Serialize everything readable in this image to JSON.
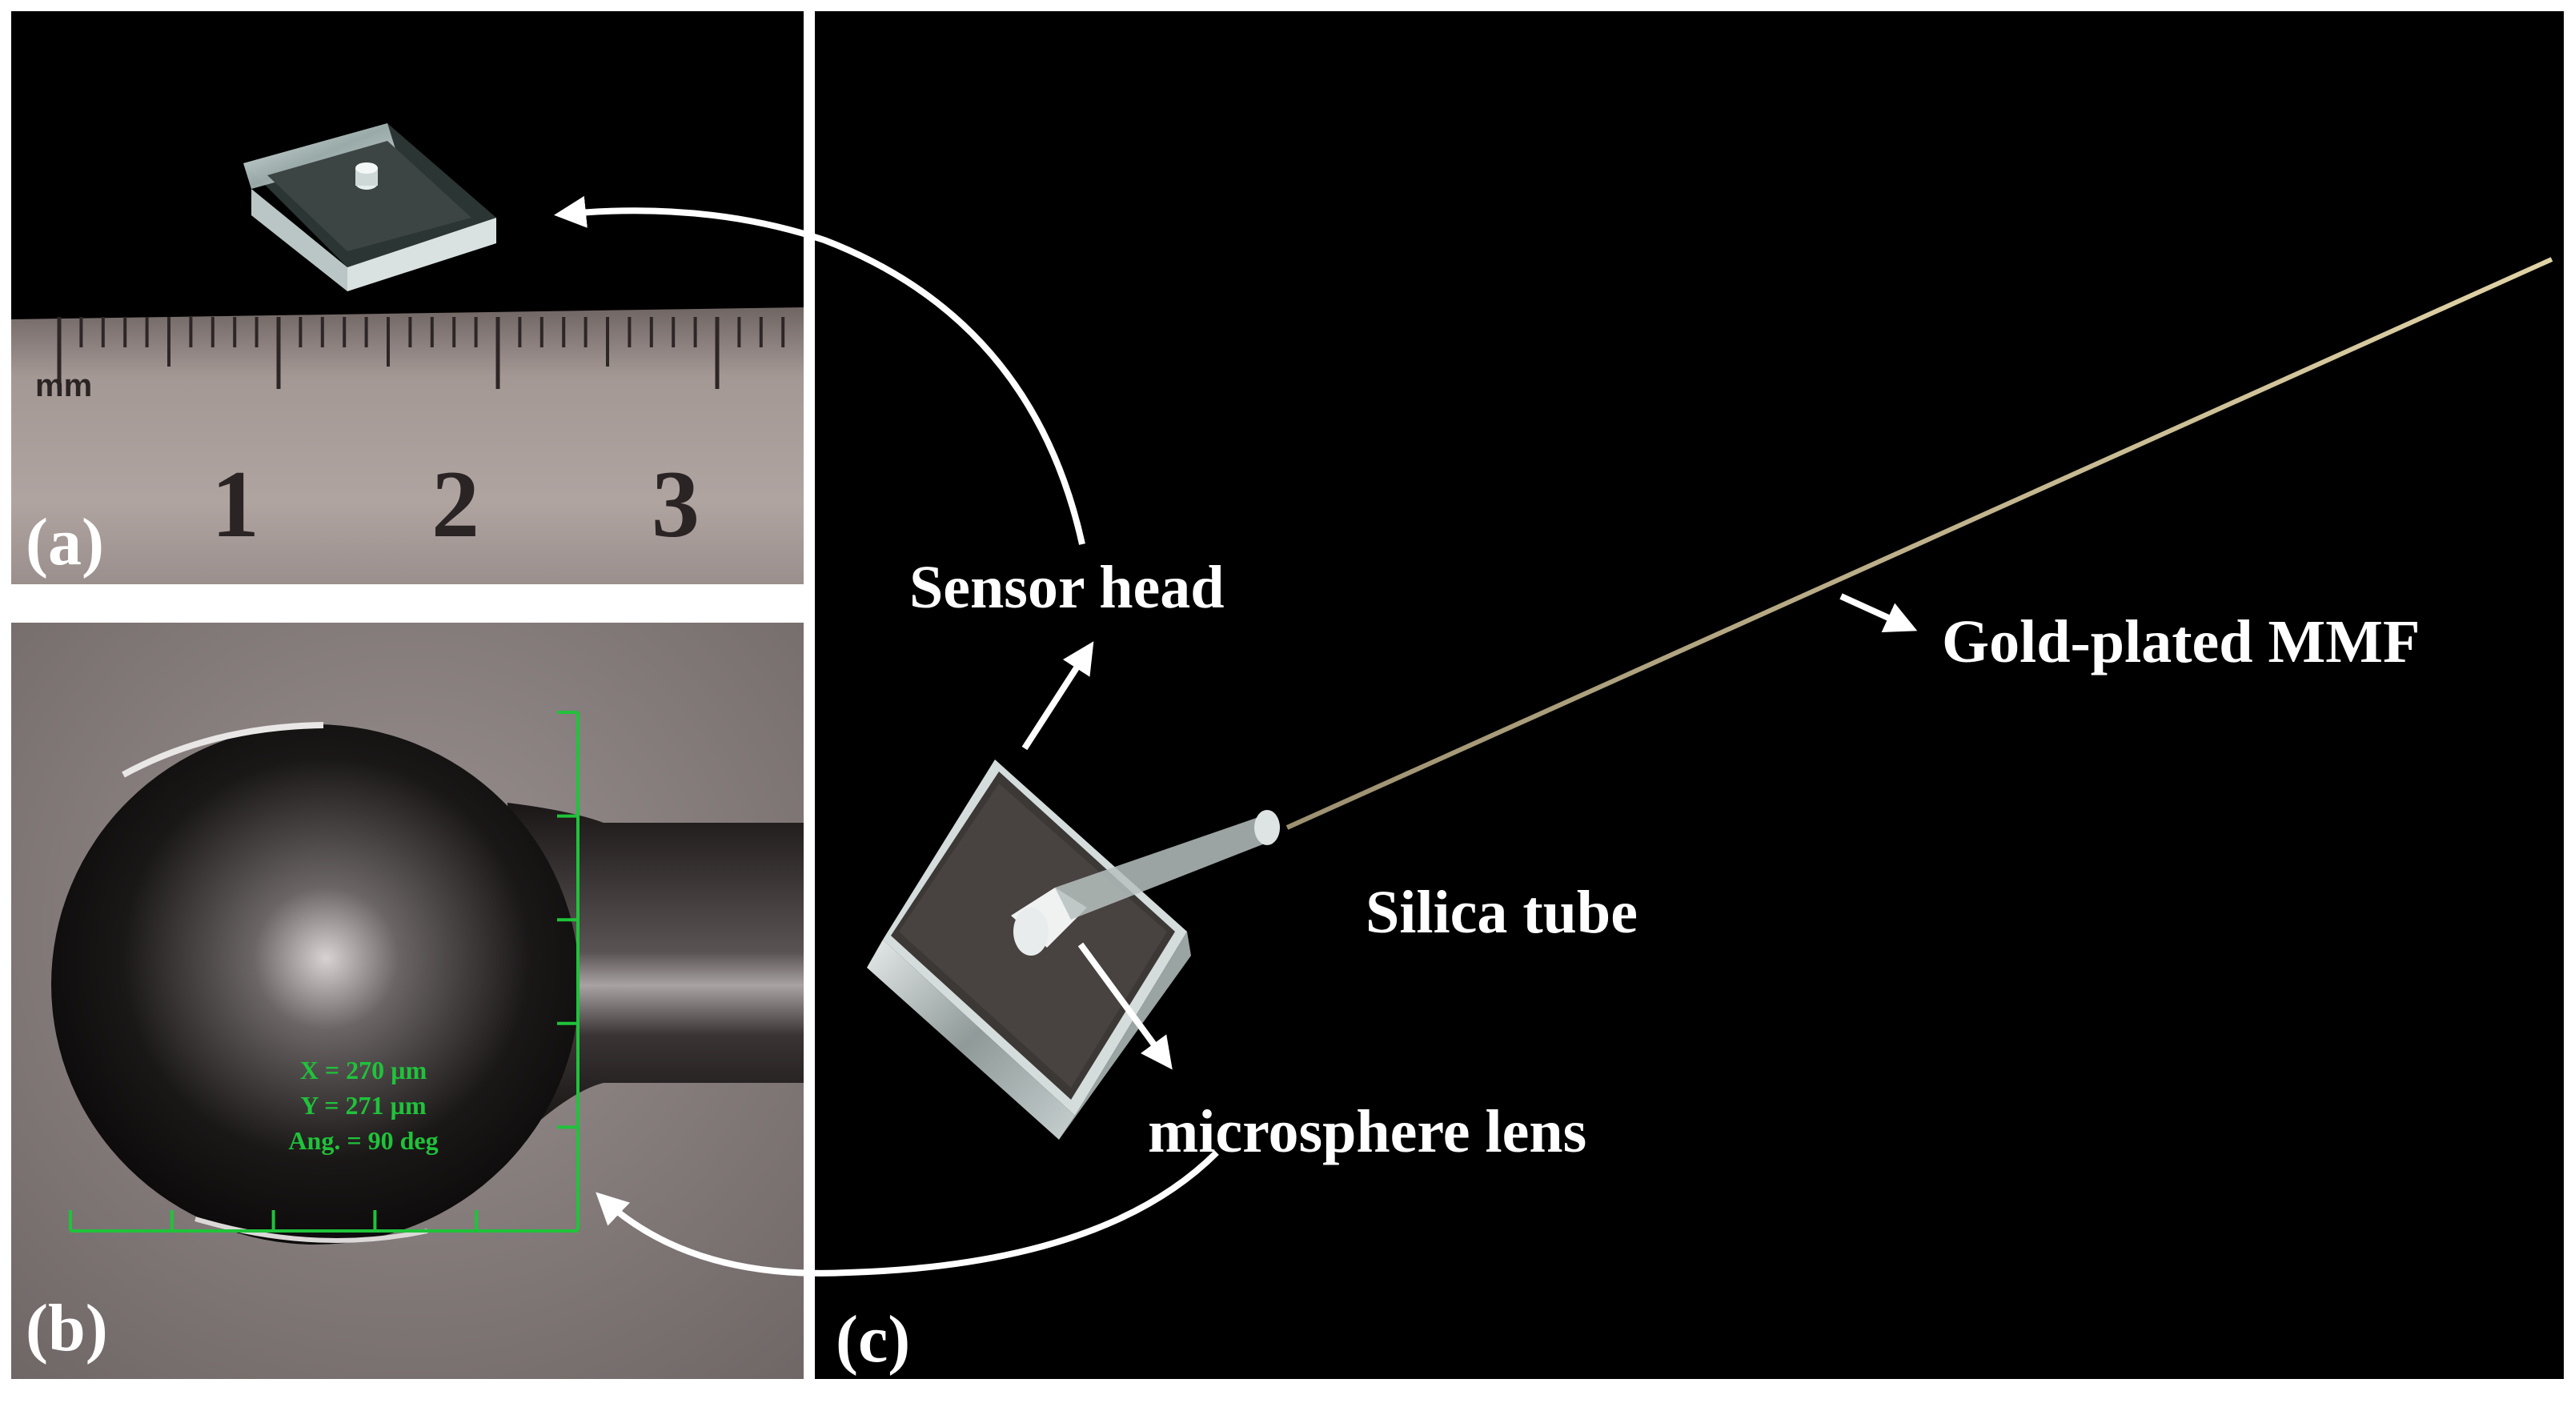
{
  "panels": {
    "a": {
      "label": "(a)",
      "ruler": {
        "unit": "mm",
        "numbers": [
          "1",
          "2",
          "3"
        ]
      }
    },
    "b": {
      "label": "(b)",
      "measurements": [
        "X = 270 µm",
        "Y = 271 µm",
        "Ang. = 90 deg"
      ]
    },
    "c": {
      "label": "(c)",
      "annotations": {
        "sensor_head": "Sensor head",
        "gold_mmf": "Gold-plated MMF",
        "silica_tube": "Silica tube",
        "microsphere_lens": "microsphere lens"
      }
    }
  },
  "colors": {
    "photo_background": "#000000",
    "annotation_text": "#ffffff",
    "measurement_green": "#1fc33a",
    "gold_fiber": "#c8b888",
    "ruler_metal": "#a29592",
    "microscope_background": "#8a8180"
  },
  "icons": {
    "arrows": "white-arrow",
    "scale": "green-scale-ruler"
  }
}
